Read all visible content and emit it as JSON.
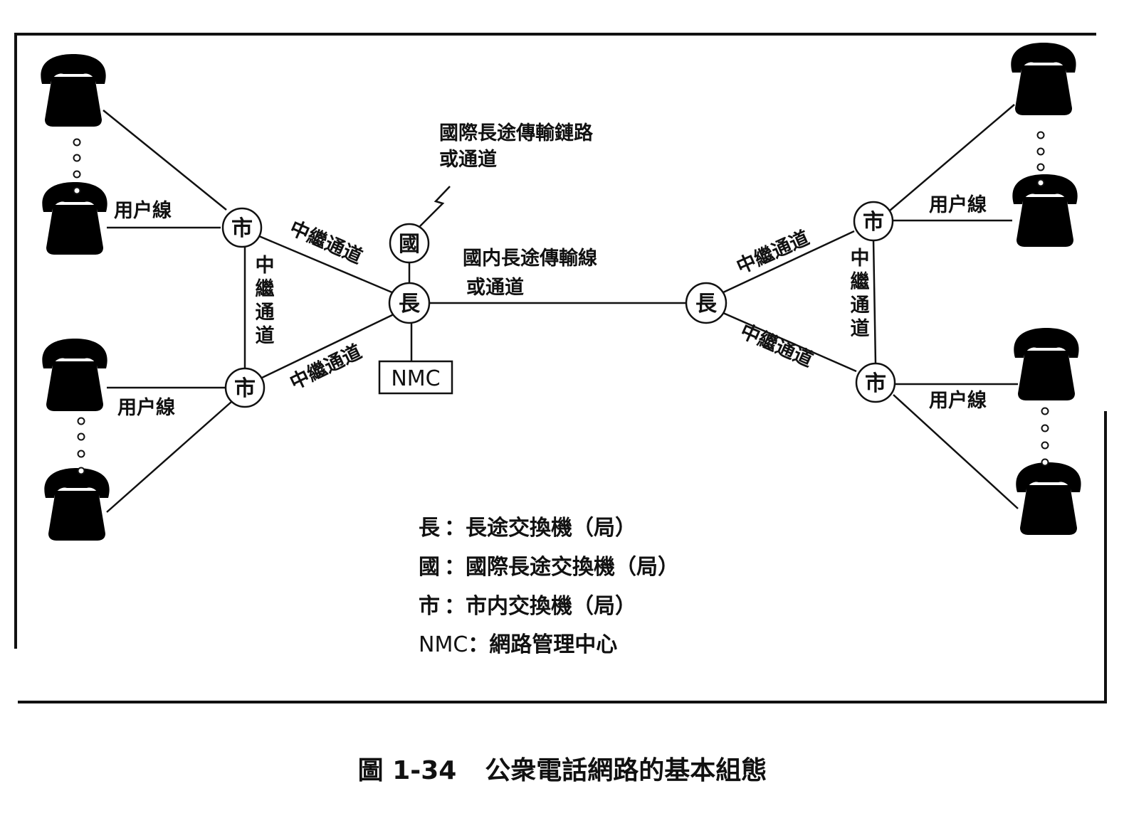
{
  "nodes": {
    "local": "市",
    "toll": "長",
    "international": "國",
    "nmc": "NMC"
  },
  "links": {
    "subscriber_line": "用户線",
    "trunk": "中繼通道",
    "intl_link_line1": "國際長途傳輸鏈路",
    "intl_link_line2": "或通道",
    "domestic_line1": "國内長途傳輸線",
    "domestic_line2": "或通道"
  },
  "legend": [
    {
      "symbol": "長",
      "sep": "：",
      "text": "長途交換機（局）"
    },
    {
      "symbol": "國",
      "sep": "：",
      "text": "國際長途交換機（局）"
    },
    {
      "symbol": "市",
      "sep": "：",
      "text": "市内交換機（局）"
    },
    {
      "symbol": "NMC",
      "sep": "：",
      "text": "網路管理中心"
    }
  ],
  "caption": {
    "number": "圖 1-34",
    "title": "公衆電話網路的基本組態"
  },
  "icons": {
    "phone": "telephone-icon",
    "dots": "ellipsis-dots-icon"
  }
}
